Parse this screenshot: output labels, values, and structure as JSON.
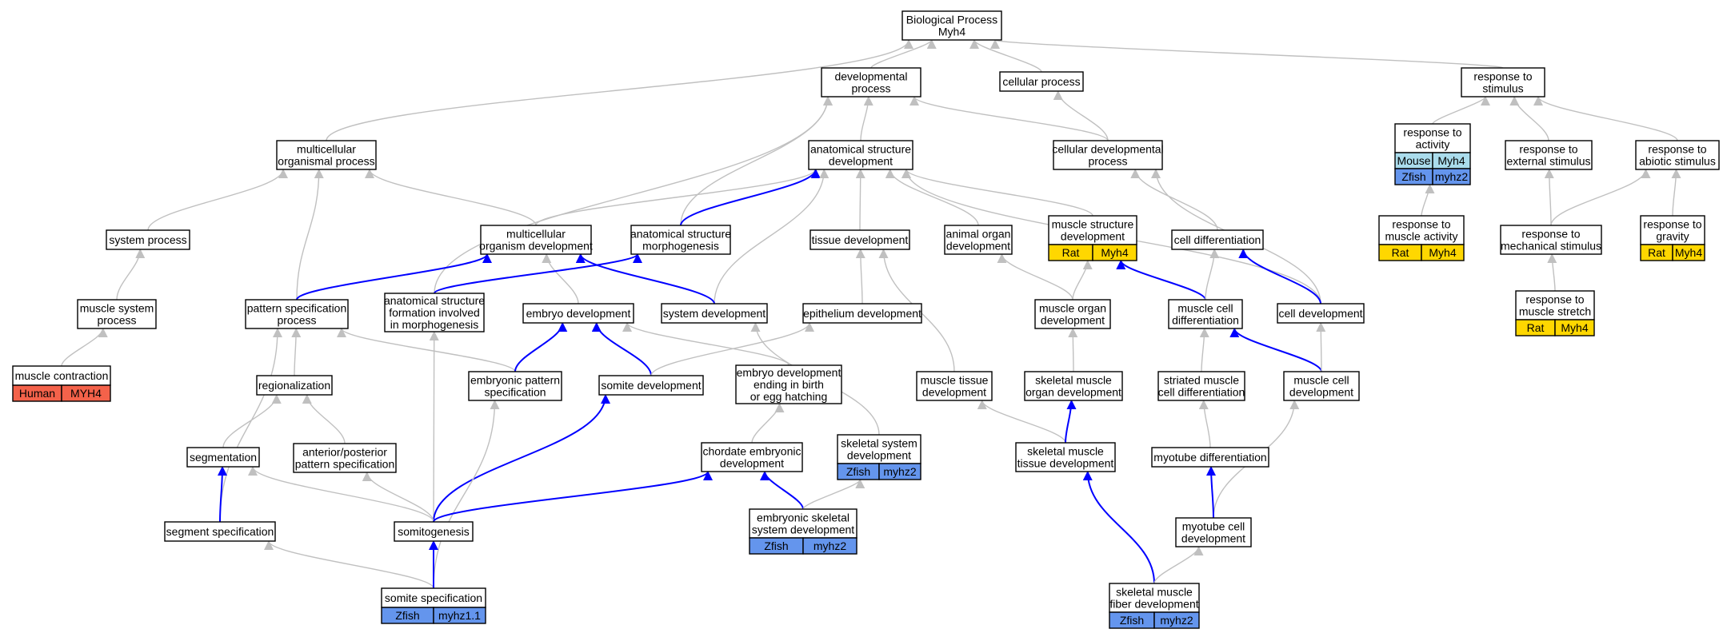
{
  "colors": {
    "is_a_edge": "#c0c0c0",
    "part_of_edge": "#0000ff",
    "human": "#f4624a",
    "rat": "#ffd700",
    "mouse": "#aadcec",
    "zfish": "#6495ed"
  },
  "nodes": [
    {
      "id": "bp",
      "lines": [
        "Biological Process",
        "Myh4"
      ]
    },
    {
      "id": "devp",
      "lines": [
        "developmental",
        "process"
      ]
    },
    {
      "id": "cellp",
      "lines": [
        "cellular process"
      ]
    },
    {
      "id": "resp",
      "lines": [
        "response to",
        "stimulus"
      ]
    },
    {
      "id": "mop",
      "lines": [
        "multicellular",
        "organismal process"
      ]
    },
    {
      "id": "asd",
      "lines": [
        "anatomical structure",
        "development"
      ]
    },
    {
      "id": "cdp",
      "lines": [
        "cellular developmental",
        "process"
      ]
    },
    {
      "id": "rta",
      "lines": [
        "response to",
        "activity"
      ],
      "annotations": [
        {
          "species": "Mouse",
          "gene": "Myh4",
          "color": "mouse"
        },
        {
          "species": "Zfish",
          "gene": "myhz2",
          "color": "zfish"
        }
      ]
    },
    {
      "id": "rtes",
      "lines": [
        "response to",
        "external stimulus"
      ]
    },
    {
      "id": "rtas",
      "lines": [
        "response to",
        "abiotic stimulus"
      ]
    },
    {
      "id": "sysp",
      "lines": [
        "system process"
      ]
    },
    {
      "id": "mod",
      "lines": [
        "multicellular",
        "organism development"
      ]
    },
    {
      "id": "asm",
      "lines": [
        "anatomical structure",
        "morphogenesis"
      ]
    },
    {
      "id": "td",
      "lines": [
        "tissue development"
      ]
    },
    {
      "id": "aod",
      "lines": [
        "animal organ",
        "development"
      ]
    },
    {
      "id": "msd",
      "lines": [
        "muscle structure",
        "development"
      ],
      "annotations": [
        {
          "species": "Rat",
          "gene": "Myh4",
          "color": "rat"
        }
      ]
    },
    {
      "id": "cd",
      "lines": [
        "cell differentiation"
      ]
    },
    {
      "id": "rtma",
      "lines": [
        "response to",
        "muscle activity"
      ],
      "annotations": [
        {
          "species": "Rat",
          "gene": "Myh4",
          "color": "rat"
        }
      ]
    },
    {
      "id": "rtms",
      "lines": [
        "response to",
        "mechanical stimulus"
      ]
    },
    {
      "id": "rtg",
      "lines": [
        "response to",
        "gravity"
      ],
      "annotations": [
        {
          "species": "Rat",
          "gene": "Myh4",
          "color": "rat"
        }
      ]
    },
    {
      "id": "msp",
      "lines": [
        "muscle system",
        "process"
      ]
    },
    {
      "id": "psp",
      "lines": [
        "pattern specification",
        "process"
      ]
    },
    {
      "id": "asf",
      "lines": [
        "anatomical structure",
        "formation involved",
        "in morphogenesis"
      ]
    },
    {
      "id": "ed",
      "lines": [
        "embryo development"
      ]
    },
    {
      "id": "sd",
      "lines": [
        "system development"
      ]
    },
    {
      "id": "epd",
      "lines": [
        "epithelium development"
      ]
    },
    {
      "id": "mod2",
      "lines": [
        "muscle organ",
        "development"
      ]
    },
    {
      "id": "mcd",
      "lines": [
        "muscle cell",
        "differentiation"
      ]
    },
    {
      "id": "celld",
      "lines": [
        "cell development"
      ]
    },
    {
      "id": "rtmst",
      "lines": [
        "response to",
        "muscle stretch"
      ],
      "annotations": [
        {
          "species": "Rat",
          "gene": "Myh4",
          "color": "rat"
        }
      ]
    },
    {
      "id": "mc",
      "lines": [
        "muscle contraction"
      ],
      "annotations": [
        {
          "species": "Human",
          "gene": "MYH4",
          "color": "human"
        }
      ]
    },
    {
      "id": "reg",
      "lines": [
        "regionalization"
      ]
    },
    {
      "id": "eps",
      "lines": [
        "embryonic pattern",
        "specification"
      ]
    },
    {
      "id": "somd",
      "lines": [
        "somite development"
      ]
    },
    {
      "id": "edeb",
      "lines": [
        "embryo development",
        "ending in birth",
        "or egg hatching"
      ]
    },
    {
      "id": "mtd",
      "lines": [
        "muscle tissue",
        "development"
      ]
    },
    {
      "id": "smod",
      "lines": [
        "skeletal muscle",
        "organ development"
      ]
    },
    {
      "id": "smcd",
      "lines": [
        "striated muscle",
        "cell differentiation"
      ]
    },
    {
      "id": "mcdev",
      "lines": [
        "muscle cell",
        "development"
      ]
    },
    {
      "id": "seg",
      "lines": [
        "segmentation"
      ]
    },
    {
      "id": "aps",
      "lines": [
        "anterior/posterior",
        "pattern specification"
      ]
    },
    {
      "id": "ced",
      "lines": [
        "chordate embryonic",
        "development"
      ]
    },
    {
      "id": "ssd",
      "lines": [
        "skeletal system",
        "development"
      ],
      "annotations": [
        {
          "species": "Zfish",
          "gene": "myhz2",
          "color": "zfish"
        }
      ]
    },
    {
      "id": "smtd",
      "lines": [
        "skeletal muscle",
        "tissue development"
      ]
    },
    {
      "id": "mtdiff",
      "lines": [
        "myotube differentiation"
      ]
    },
    {
      "id": "segs",
      "lines": [
        "segment specification"
      ]
    },
    {
      "id": "somg",
      "lines": [
        "somitogenesis"
      ]
    },
    {
      "id": "esd",
      "lines": [
        "embryonic skeletal",
        "system development"
      ],
      "annotations": [
        {
          "species": "Zfish",
          "gene": "myhz2",
          "color": "zfish"
        }
      ]
    },
    {
      "id": "mcdv",
      "lines": [
        "myotube cell",
        "development"
      ]
    },
    {
      "id": "somsp",
      "lines": [
        "somite specification"
      ],
      "annotations": [
        {
          "species": "Zfish",
          "gene": "myhz1.1",
          "color": "zfish"
        }
      ]
    },
    {
      "id": "smfd",
      "lines": [
        "skeletal muscle",
        "fiber development"
      ],
      "annotations": [
        {
          "species": "Zfish",
          "gene": "myhz2",
          "color": "zfish"
        }
      ]
    }
  ],
  "edges": [
    {
      "from": "devp",
      "to": "bp",
      "rel": "is_a"
    },
    {
      "from": "cellp",
      "to": "bp",
      "rel": "is_a"
    },
    {
      "from": "resp",
      "to": "bp",
      "rel": "is_a"
    },
    {
      "from": "mop",
      "to": "bp",
      "rel": "is_a"
    },
    {
      "from": "asd",
      "to": "devp",
      "rel": "is_a"
    },
    {
      "from": "cdp",
      "to": "devp",
      "rel": "is_a"
    },
    {
      "from": "cdp",
      "to": "cellp",
      "rel": "is_a"
    },
    {
      "from": "asf",
      "to": "devp",
      "rel": "is_a"
    },
    {
      "from": "asm",
      "to": "devp",
      "rel": "is_a"
    },
    {
      "from": "rta",
      "to": "resp",
      "rel": "is_a"
    },
    {
      "from": "rtes",
      "to": "resp",
      "rel": "is_a"
    },
    {
      "from": "rtas",
      "to": "resp",
      "rel": "is_a"
    },
    {
      "from": "sysp",
      "to": "mop",
      "rel": "is_a"
    },
    {
      "from": "mod",
      "to": "mop",
      "rel": "is_a"
    },
    {
      "from": "psp",
      "to": "mop",
      "rel": "is_a"
    },
    {
      "from": "mod",
      "to": "asd",
      "rel": "is_a"
    },
    {
      "from": "asm",
      "to": "asd",
      "rel": "part_of"
    },
    {
      "from": "td",
      "to": "asd",
      "rel": "is_a"
    },
    {
      "from": "aod",
      "to": "asd",
      "rel": "is_a"
    },
    {
      "from": "msd",
      "to": "asd",
      "rel": "is_a"
    },
    {
      "from": "sd",
      "to": "asd",
      "rel": "is_a"
    },
    {
      "from": "celld",
      "to": "asd",
      "rel": "is_a"
    },
    {
      "from": "cd",
      "to": "cdp",
      "rel": "is_a"
    },
    {
      "from": "celld",
      "to": "cdp",
      "rel": "is_a"
    },
    {
      "from": "rtma",
      "to": "rta",
      "rel": "is_a"
    },
    {
      "from": "rtms",
      "to": "rtes",
      "rel": "is_a"
    },
    {
      "from": "rtms",
      "to": "rtas",
      "rel": "is_a"
    },
    {
      "from": "rtg",
      "to": "rtas",
      "rel": "is_a"
    },
    {
      "from": "msp",
      "to": "sysp",
      "rel": "is_a"
    },
    {
      "from": "mc",
      "to": "msp",
      "rel": "is_a"
    },
    {
      "from": "psp",
      "to": "mod",
      "rel": "part_of"
    },
    {
      "from": "ed",
      "to": "mod",
      "rel": "is_a"
    },
    {
      "from": "sd",
      "to": "mod",
      "rel": "part_of"
    },
    {
      "from": "asf",
      "to": "asm",
      "rel": "part_of"
    },
    {
      "from": "mod2",
      "to": "aod",
      "rel": "is_a"
    },
    {
      "from": "mod2",
      "to": "msd",
      "rel": "is_a"
    },
    {
      "from": "mcd",
      "to": "msd",
      "rel": "part_of"
    },
    {
      "from": "mcd",
      "to": "cd",
      "rel": "is_a"
    },
    {
      "from": "celld",
      "to": "cd",
      "rel": "part_of"
    },
    {
      "from": "epd",
      "to": "td",
      "rel": "is_a"
    },
    {
      "from": "mtd",
      "to": "td",
      "rel": "is_a"
    },
    {
      "from": "rtmst",
      "to": "rtms",
      "rel": "is_a"
    },
    {
      "from": "reg",
      "to": "psp",
      "rel": "is_a"
    },
    {
      "from": "eps",
      "to": "psp",
      "rel": "is_a"
    },
    {
      "from": "segs",
      "to": "psp",
      "rel": "is_a"
    },
    {
      "from": "somg",
      "to": "asf",
      "rel": "is_a"
    },
    {
      "from": "eps",
      "to": "ed",
      "rel": "part_of"
    },
    {
      "from": "somd",
      "to": "ed",
      "rel": "part_of"
    },
    {
      "from": "edeb",
      "to": "ed",
      "rel": "is_a"
    },
    {
      "from": "ssd",
      "to": "sd",
      "rel": "is_a"
    },
    {
      "from": "somd",
      "to": "epd",
      "rel": "is_a"
    },
    {
      "from": "smod",
      "to": "mod2",
      "rel": "is_a"
    },
    {
      "from": "smcd",
      "to": "mcd",
      "rel": "is_a"
    },
    {
      "from": "mcdev",
      "to": "mcd",
      "rel": "part_of"
    },
    {
      "from": "mcdev",
      "to": "celld",
      "rel": "is_a"
    },
    {
      "from": "seg",
      "to": "reg",
      "rel": "is_a"
    },
    {
      "from": "aps",
      "to": "reg",
      "rel": "is_a"
    },
    {
      "from": "somg",
      "to": "somd",
      "rel": "part_of"
    },
    {
      "from": "somsp",
      "to": "eps",
      "rel": "is_a"
    },
    {
      "from": "ced",
      "to": "edeb",
      "rel": "is_a"
    },
    {
      "from": "smtd",
      "to": "mtd",
      "rel": "is_a"
    },
    {
      "from": "smtd",
      "to": "smod",
      "rel": "part_of"
    },
    {
      "from": "mtdiff",
      "to": "smcd",
      "rel": "is_a"
    },
    {
      "from": "mcdv",
      "to": "mcdev",
      "rel": "is_a"
    },
    {
      "from": "segs",
      "to": "seg",
      "rel": "part_of"
    },
    {
      "from": "somg",
      "to": "seg",
      "rel": "is_a"
    },
    {
      "from": "somg",
      "to": "aps",
      "rel": "is_a"
    },
    {
      "from": "somg",
      "to": "ced",
      "rel": "part_of"
    },
    {
      "from": "esd",
      "to": "ced",
      "rel": "part_of"
    },
    {
      "from": "esd",
      "to": "ssd",
      "rel": "is_a"
    },
    {
      "from": "smfd",
      "to": "smtd",
      "rel": "part_of"
    },
    {
      "from": "mcdv",
      "to": "mtdiff",
      "rel": "part_of"
    },
    {
      "from": "somsp",
      "to": "segs",
      "rel": "is_a"
    },
    {
      "from": "somsp",
      "to": "somg",
      "rel": "part_of"
    },
    {
      "from": "smfd",
      "to": "mcdv",
      "rel": "is_a"
    }
  ]
}
